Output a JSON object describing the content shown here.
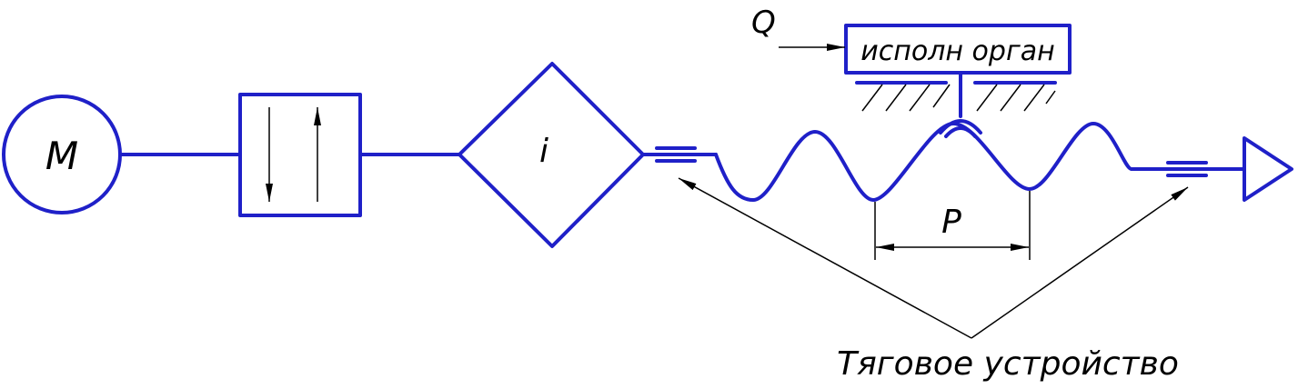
{
  "labels": {
    "motor": "M",
    "reverser_symbol": "",
    "gear_ratio": "i",
    "load": "Q",
    "actuator": "исполн орган",
    "pitch": "P",
    "traction_device": "Тяговое устройство"
  },
  "colors": {
    "scheme_line": "#1f20c8",
    "annotation_line": "#000000",
    "background": "#ffffff"
  }
}
